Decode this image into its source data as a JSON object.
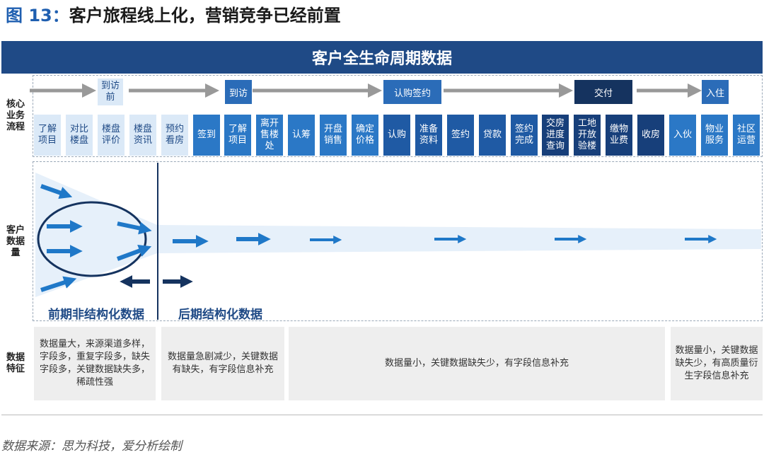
{
  "figure": {
    "label": "图 13：",
    "title": "客户旅程线上化，营销竞争已经前置"
  },
  "banner": "客户全生命周期数据",
  "rows": {
    "process": "核心\n业务\n流程",
    "volume": "客户\n数据\n量",
    "features": "数据\n特征"
  },
  "stages": [
    {
      "label": "到访\n前",
      "style": "light"
    },
    {
      "label": "到访",
      "style": "mid"
    },
    {
      "label": "认购签约",
      "style": "mid"
    },
    {
      "label": "交付",
      "style": "dark"
    },
    {
      "label": "入住",
      "style": "mid"
    }
  ],
  "steps": [
    {
      "label": "了解\n项目",
      "tone": "c0"
    },
    {
      "label": "对比\n楼盘",
      "tone": "c0"
    },
    {
      "label": "楼盘\n评价",
      "tone": "c0"
    },
    {
      "label": "楼盘\n资讯",
      "tone": "c0"
    },
    {
      "label": "预约\n看房",
      "tone": "c0"
    },
    {
      "label": "签到",
      "tone": "c1"
    },
    {
      "label": "了解\n项目",
      "tone": "c1"
    },
    {
      "label": "离开\n售楼\n处",
      "tone": "c1"
    },
    {
      "label": "认筹",
      "tone": "c1"
    },
    {
      "label": "开盘\n销售",
      "tone": "c1"
    },
    {
      "label": "确定\n价格",
      "tone": "c1"
    },
    {
      "label": "认购",
      "tone": "c2"
    },
    {
      "label": "准备\n资料",
      "tone": "c2"
    },
    {
      "label": "签约",
      "tone": "c2"
    },
    {
      "label": "贷款",
      "tone": "c2"
    },
    {
      "label": "签约\n完成",
      "tone": "c2"
    },
    {
      "label": "交房\n进度\n查询",
      "tone": "c3"
    },
    {
      "label": "工地\n开放\n验楼",
      "tone": "c3"
    },
    {
      "label": "缴物\n业费",
      "tone": "c3"
    },
    {
      "label": "收房",
      "tone": "c3"
    },
    {
      "label": "入伙",
      "tone": "c4"
    },
    {
      "label": "物业\n服务",
      "tone": "c4"
    },
    {
      "label": "社区\n运营",
      "tone": "c4"
    }
  ],
  "phases": {
    "early": "前期非结构化数据",
    "late": "后期结构化数据"
  },
  "features": [
    "数据量大，来源渠道多样，字段多，重复字段多，缺失字段多，关键数据缺失多，稀疏性强",
    "数据量急剧减少，关键数据有缺失，有字段信息补充",
    "数据量小，关键数据缺失少，有字段信息补充",
    "数据量小，关键数据缺失少，有高质量衍生字段信息补充"
  ],
  "source": "数据来源：思为科技，爱分析绘制",
  "colors": {
    "banner": "#1f4a86",
    "arrow": "#1f78c8",
    "dark": "#15335f",
    "light": "#dbe9f7"
  }
}
